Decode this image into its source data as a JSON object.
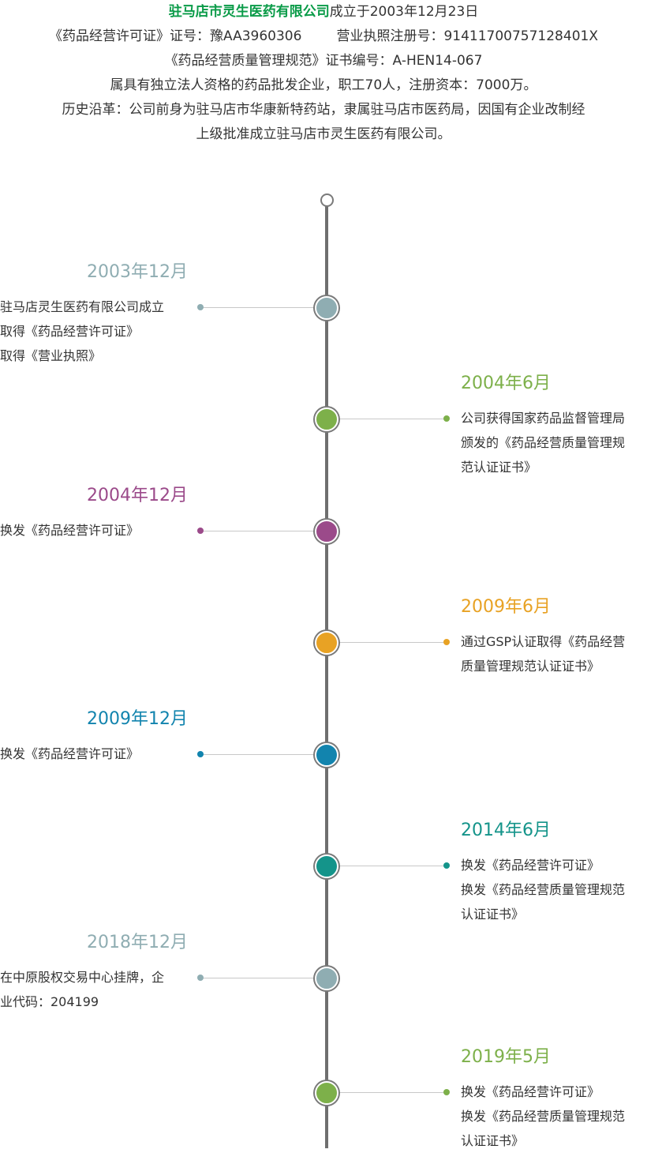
{
  "intro": {
    "company_name": "驻马店市灵生医药有限公司",
    "established": "成立于2003年12月23日",
    "license_line": "《药品经营许可证》证号：豫AA3960306",
    "registration_line": "营业执照注册号：91411700757128401X",
    "gsp_line": "《药品经营质量管理规范》证书编号：A-HEN14-067",
    "nature_line": "属具有独立法人资格的药品批发企业，职工70人，注册资本：7000万。",
    "history_line1": "历史沿革：公司前身为驻马店市华康新特药站，隶属驻马店市医药局，因国有企业改制经",
    "history_line2": "上级批准成立驻马店市灵生医药有限公司。"
  },
  "timeline": {
    "events": [
      {
        "date": "2003年12月",
        "side": "left",
        "color": "#8fadb2",
        "lines": [
          "驻马店灵生医药有限公司成立",
          "取得《药品经营许可证》",
          "取得《营业执照》"
        ]
      },
      {
        "date": "2004年6月",
        "side": "right",
        "color": "#7db04a",
        "lines": [
          "公司获得国家药品监督管理局",
          "颁发的《药品经营质量管理规",
          "范认证证书》"
        ]
      },
      {
        "date": "2004年12月",
        "side": "left",
        "color": "#9b4a8a",
        "lines": [
          "换发《药品经营许可证》"
        ]
      },
      {
        "date": "2009年6月",
        "side": "right",
        "color": "#e8a224",
        "lines": [
          "通过GSP认证取得《药品经营",
          "质量管理规范认证证书》"
        ]
      },
      {
        "date": "2009年12月",
        "side": "left",
        "color": "#1284ae",
        "lines": [
          "换发《药品经营许可证》"
        ]
      },
      {
        "date": "2014年6月",
        "side": "right",
        "color": "#14948a",
        "lines": [
          "换发《药品经营许可证》",
          "换发《药品经营质量管理规范",
          "认证证书》"
        ]
      },
      {
        "date": "2018年12月",
        "side": "left",
        "color": "#8fadb2",
        "lines": [
          "在中原股权交易中心挂牌，企",
          "业代码：204199"
        ]
      },
      {
        "date": "2019年5月",
        "side": "right",
        "color": "#7db04a",
        "lines": [
          "换发《药品经营许可证》",
          "换发《药品经营质量管理规范",
          "认证证书》"
        ]
      }
    ]
  }
}
